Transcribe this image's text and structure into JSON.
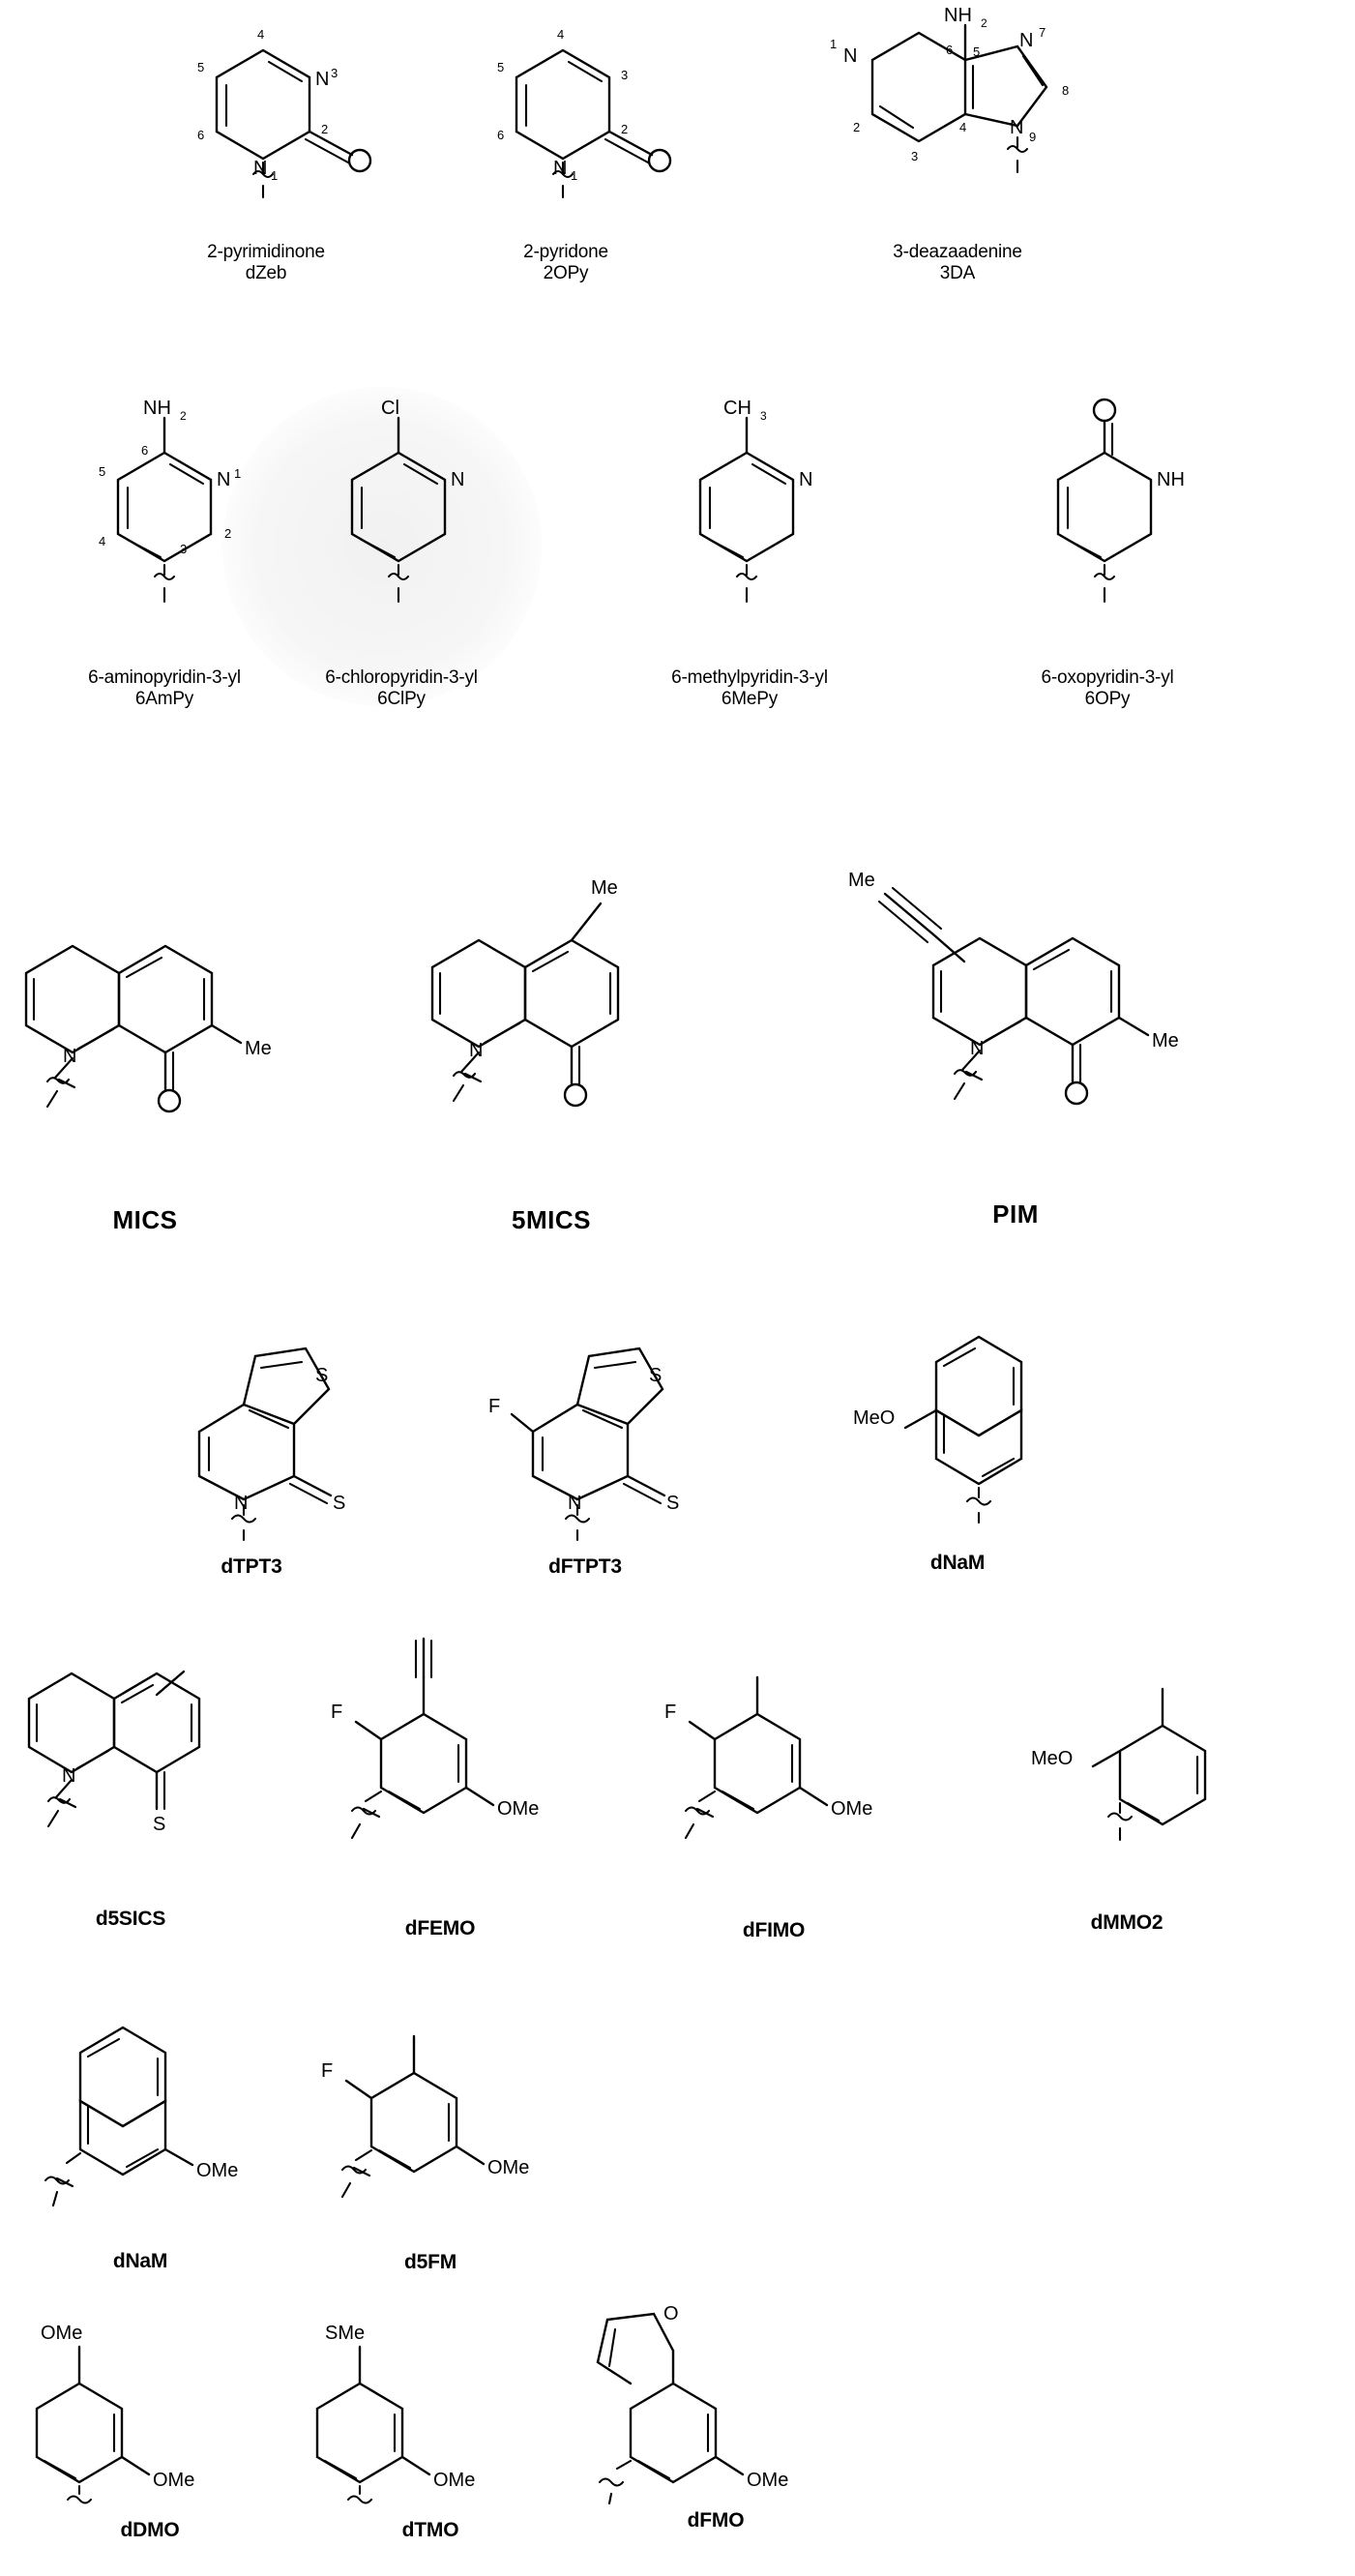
{
  "figure": {
    "kind": "chemical-structure-figure",
    "description": "Panel of unnatural / modified nucleobase analog chemical structures arranged in seven rows"
  },
  "rows": [
    {
      "id": "row1",
      "items": [
        {
          "name": "2-pyrimidinone",
          "abbr": "dZeb",
          "ring_numbers": [
            "3",
            "4",
            "5",
            "6",
            "1",
            "2"
          ],
          "atoms": [
            "N",
            "N",
            "O"
          ]
        },
        {
          "name": "2-pyridone",
          "abbr": "2OPy",
          "ring_numbers": [
            "3",
            "4",
            "5",
            "6",
            "1",
            "2"
          ],
          "atoms": [
            "N",
            "O"
          ]
        },
        {
          "name": "3-deazaadenine",
          "abbr": "3DA",
          "ring_numbers": [
            "1",
            "2",
            "3",
            "4",
            "5",
            "6",
            "7",
            "8",
            "9"
          ],
          "atoms": [
            "NH2",
            "N",
            "N",
            "N"
          ]
        }
      ]
    },
    {
      "id": "row2",
      "items": [
        {
          "name": "6-aminopyridin-3-yl",
          "abbr": "6AmPy",
          "ring_numbers": [
            "6",
            "5",
            "4",
            "3",
            "2",
            "1"
          ],
          "atoms": [
            "NH2",
            "N"
          ]
        },
        {
          "name": "6-chloropyridin-3-yl",
          "abbr": "6ClPy",
          "ring_numbers": [],
          "atoms": [
            "Cl",
            "N"
          ]
        },
        {
          "name": "6-methylpyridin-3-yl",
          "abbr": "6MePy",
          "ring_numbers": [],
          "atoms": [
            "CH3",
            "N"
          ]
        },
        {
          "name": "6-oxopyridin-3-yl",
          "abbr": "6OPy",
          "ring_numbers": [],
          "atoms": [
            "O",
            "NH"
          ]
        }
      ]
    },
    {
      "id": "row3",
      "items": [
        {
          "name": "",
          "abbr": "MICS",
          "atoms": [
            "Me",
            "N",
            "O"
          ]
        },
        {
          "name": "",
          "abbr": "5MICS",
          "atoms": [
            "Me",
            "N",
            "O"
          ]
        },
        {
          "name": "",
          "abbr": "PIM",
          "atoms": [
            "Me",
            "Me",
            "N",
            "O"
          ]
        }
      ]
    },
    {
      "id": "row4",
      "items": [
        {
          "name": "",
          "abbr": "dTPT3",
          "atoms": [
            "S",
            "N",
            "S"
          ]
        },
        {
          "name": "",
          "abbr": "dFTPT3",
          "atoms": [
            "F",
            "S",
            "N",
            "S"
          ]
        },
        {
          "name": "",
          "abbr": "dNaM",
          "atoms": [
            "MeO"
          ]
        }
      ]
    },
    {
      "id": "row5",
      "items": [
        {
          "name": "",
          "abbr": "d5SICS",
          "atoms": [
            "N",
            "S"
          ]
        },
        {
          "name": "",
          "abbr": "dFEMO",
          "atoms": [
            "F",
            "OMe"
          ]
        },
        {
          "name": "",
          "abbr": "dFIMO",
          "atoms": [
            "F",
            "OMe"
          ]
        },
        {
          "name": "",
          "abbr": "dMMO2",
          "atoms": [
            "MeO"
          ]
        }
      ]
    },
    {
      "id": "row6",
      "items": [
        {
          "name": "",
          "abbr": "dNaM",
          "atoms": [
            "OMe"
          ]
        },
        {
          "name": "",
          "abbr": "d5FM",
          "atoms": [
            "F",
            "OMe"
          ]
        }
      ]
    },
    {
      "id": "row7",
      "items": [
        {
          "name": "",
          "abbr": "dDMO",
          "atoms": [
            "OMe",
            "OMe"
          ]
        },
        {
          "name": "",
          "abbr": "dTMO",
          "atoms": [
            "SMe",
            "OMe"
          ]
        },
        {
          "name": "",
          "abbr": "dFMO",
          "atoms": [
            "O",
            "OMe"
          ]
        }
      ]
    }
  ],
  "atom_labels": {
    "N": "N",
    "O": "O",
    "S": "S",
    "F": "F",
    "Cl": "Cl",
    "NH": "NH",
    "NH2_main": "NH",
    "NH2_sub": "2",
    "CH3_main": "CH",
    "CH3_sub": "3",
    "Me": "Me",
    "MeO": "MeO",
    "OMe": "OMe",
    "SMe": "SMe"
  },
  "colors": {
    "ink": "#000000",
    "background": "#ffffff",
    "smudge": "rgba(0,0,0,0.05)"
  }
}
